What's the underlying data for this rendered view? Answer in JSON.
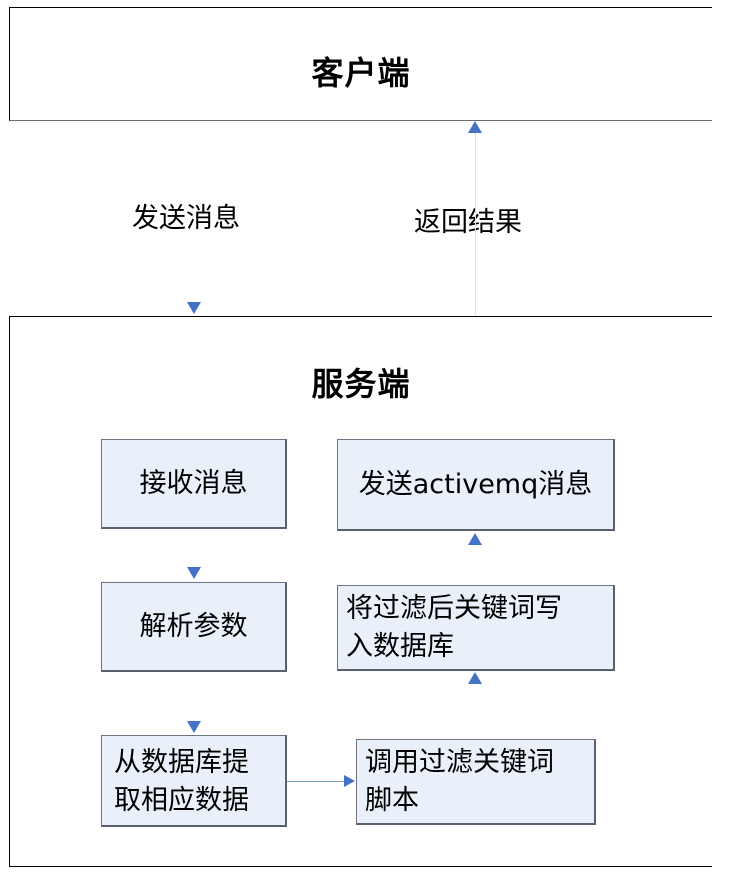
{
  "client": {
    "title": "客户端"
  },
  "server": {
    "title": "服务端"
  },
  "flows": {
    "send": "发送消息",
    "return": "返回结果"
  },
  "boxes": {
    "receive": "接收消息",
    "parse": "解析参数",
    "extract_line1": "从数据库提",
    "extract_line2": "取相应数据",
    "call_line1": "调用过滤关键词",
    "call_line2": "脚本",
    "write_line1": "将过滤后关键词写",
    "write_line2": "入数据库",
    "send_mq": "发送activemq消息"
  },
  "colors": {
    "arrow": "#4472c4",
    "box_fill": "#eaf0f9",
    "box_border": "#5a6070"
  }
}
